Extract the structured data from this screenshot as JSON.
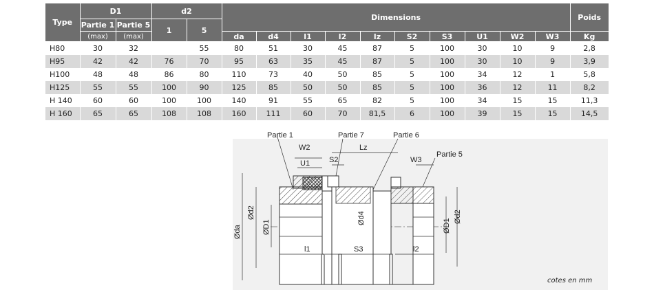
{
  "table": {
    "headers": {
      "type": "Type",
      "d1": "D1",
      "d1_sub": [
        "Partie 1",
        "Partie 5"
      ],
      "d1_max": [
        "(max)",
        "(max)"
      ],
      "d2": "d2",
      "d2_sub": [
        "1",
        "5"
      ],
      "dimensions": "Dimensions",
      "dim_cols": [
        "da",
        "d4",
        "l1",
        "l2",
        "lz",
        "S2",
        "S3",
        "U1",
        "W2",
        "W3"
      ],
      "poids": "Poids",
      "poids_unit": "Kg"
    },
    "rows": [
      [
        "H80",
        "30",
        "32",
        "",
        "55",
        "80",
        "51",
        "30",
        "45",
        "87",
        "5",
        "100",
        "30",
        "10",
        "9",
        "2,8"
      ],
      [
        "H95",
        "42",
        "42",
        "76",
        "70",
        "95",
        "63",
        "35",
        "45",
        "87",
        "5",
        "100",
        "30",
        "10",
        "9",
        "3,9"
      ],
      [
        "H100",
        "48",
        "48",
        "86",
        "80",
        "110",
        "73",
        "40",
        "50",
        "85",
        "5",
        "100",
        "34",
        "12",
        "1",
        "5,8"
      ],
      [
        "H125",
        "55",
        "55",
        "100",
        "90",
        "125",
        "85",
        "50",
        "50",
        "85",
        "5",
        "100",
        "36",
        "12",
        "11",
        "8,2"
      ],
      [
        "H 140",
        "60",
        "60",
        "100",
        "100",
        "140",
        "91",
        "55",
        "65",
        "82",
        "5",
        "100",
        "34",
        "15",
        "15",
        "11,3"
      ],
      [
        "H 160",
        "65",
        "65",
        "108",
        "108",
        "160",
        "111",
        "60",
        "70",
        "81,5",
        "6",
        "100",
        "39",
        "15",
        "15",
        "14,5"
      ]
    ]
  },
  "drawing": {
    "labels": {
      "partie1": "Partie 1",
      "partie7": "Partie 7",
      "partie6": "Partie 6",
      "partie5": "Partie 5",
      "w2": "W2",
      "lz": "Lz",
      "u1": "U1",
      "s2": "S2",
      "w3": "W3",
      "da": "Øda",
      "d2_left": "Ød2",
      "d1_left": "ØD1",
      "d4": "Ød4",
      "d1_right": "ØD1",
      "d2_right": "Ød2",
      "l1": "l1",
      "s3": "S3",
      "l2": "l2"
    }
  },
  "footnote": "cotes en mm"
}
